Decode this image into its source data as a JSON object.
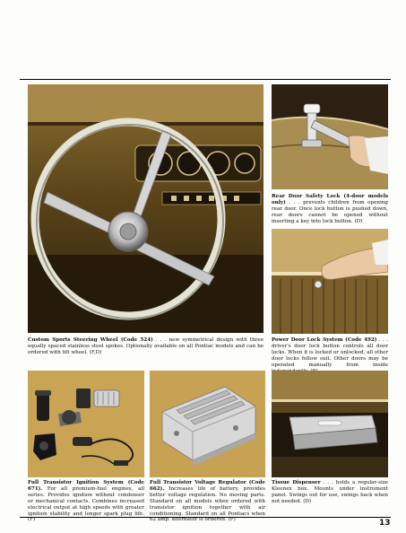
{
  "captions": {
    "steering": {
      "title": "Custom Sports Steering Wheel (Code 524)",
      "body": " . . . new symmetrical design with three equally spaced stainless steel spokes. Optionally available on all Pontiac models and can be ordered with tilt wheel. (F,D)"
    },
    "safety_lock": {
      "title": "Rear Door Safety Lock (4-door models only)",
      "body": " . . . prevents children from opening rear door. Once lock button is pushed down, rear doors cannot be opened without inserting a key into lock button. (D)"
    },
    "power_lock": {
      "title": "Power Door Lock System (Code 492)",
      "body": " . . . driver's door lock button controls all door locks. When it is locked or unlocked, all other door locks follow suit. Other doors may be operated manually from inside independently. (F)"
    },
    "ignition": {
      "title": "Full Transistor Ignition System (Code 671).",
      "body": " For all premium-fuel engines, all series. Provides ignition without condenser or mechanical contacts. Combines increased electrical output at high speeds with greater ignition stability and longer spark plug life. (F)"
    },
    "regulator": {
      "title": "Full Transistor Voltage Regulator (Code 662).",
      "body": " Increases life of battery, provides better voltage regulation. No moving parts. Standard on all models when ordered with transistor ignition together with air conditioning. Standard on all Pontiacs when 62 amp. alternator is ordered. (F)"
    },
    "tissue": {
      "title": "Tissue Dispenser",
      "body": " . . . holds a regular-size Kleenex box. Mounts under instrument panel. Swings out for use, swings back when not needed. (D)"
    }
  },
  "page_number": "13"
}
